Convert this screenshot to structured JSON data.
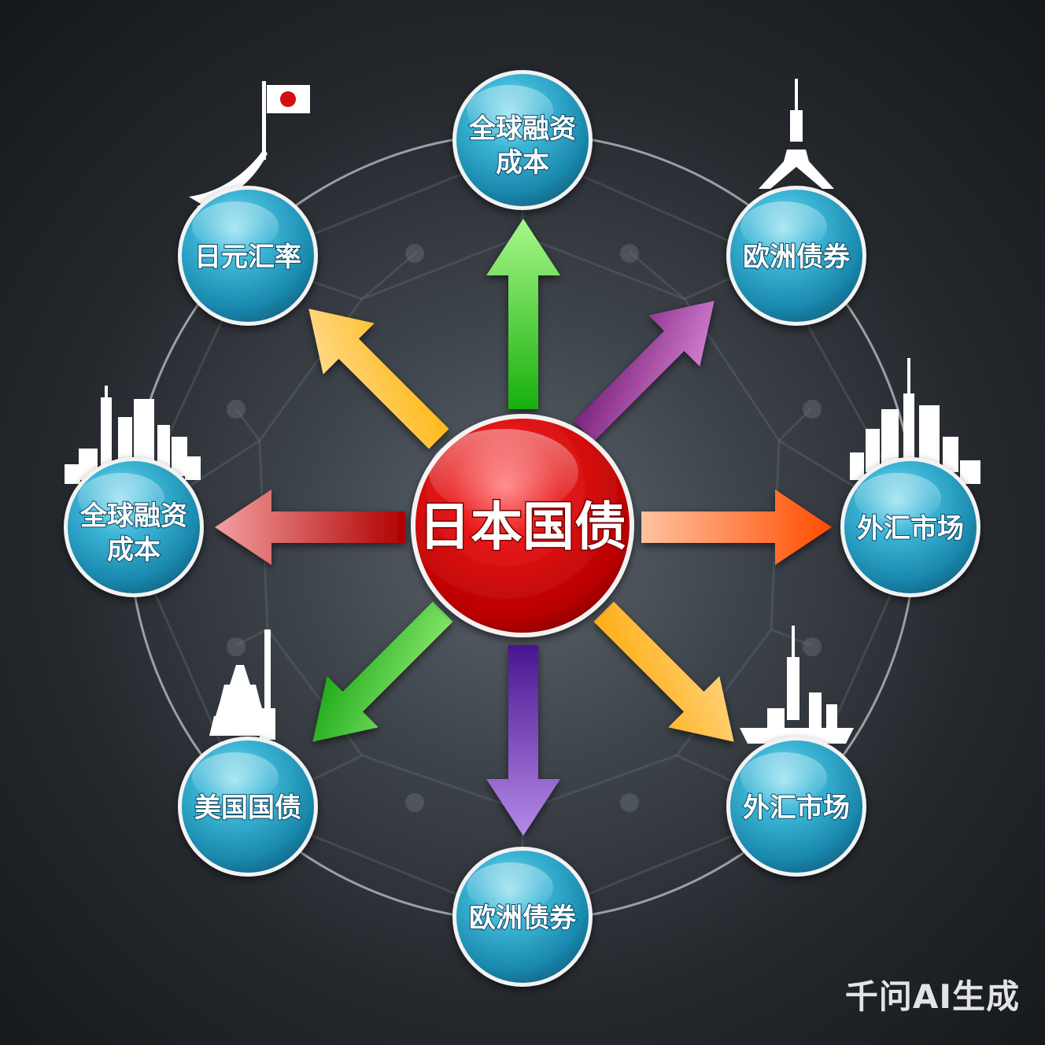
{
  "center": {
    "label": "日本国债"
  },
  "nodes": {
    "top": {
      "line1": "全球融资",
      "line2": "成本"
    },
    "top_right": {
      "line1": "欧洲债券"
    },
    "right": {
      "line1": "外汇市场"
    },
    "bottom_right": {
      "line1": "外汇市场"
    },
    "bottom": {
      "line1": "欧洲债券"
    },
    "bottom_left": {
      "line1": "美国国债"
    },
    "left": {
      "line1": "全球融资",
      "line2": "成本"
    },
    "top_left": {
      "line1": "日元汇率"
    }
  },
  "watermark": "千问AI生成",
  "colors": {
    "node_fill": "#2fa3c4",
    "center_fill": "#d40f0f",
    "arrow_up": "#2ec81e",
    "arrow_up_right": "#a0289c",
    "arrow_right": "#ff6a1a",
    "arrow_down_right": "#ffad0a",
    "arrow_down": "#6a2aa8",
    "arrow_down_left": "#34c81e",
    "arrow_left": "#c41818",
    "arrow_up_left": "#ffb020"
  }
}
